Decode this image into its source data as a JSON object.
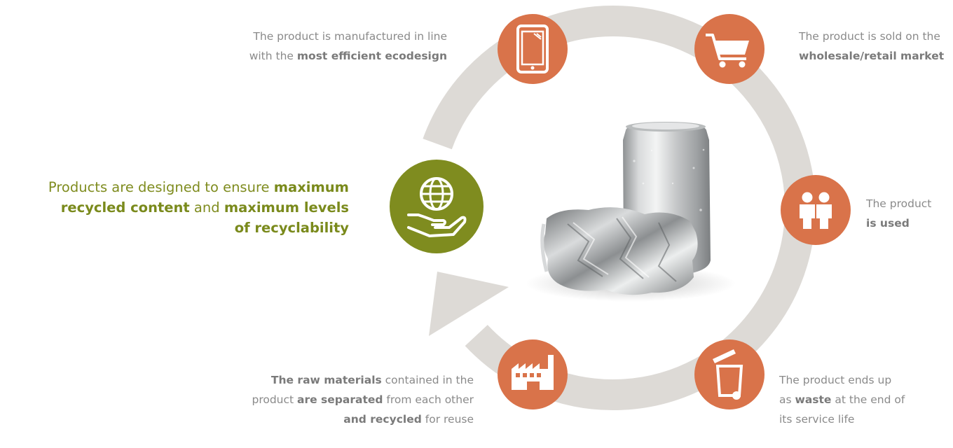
{
  "colors": {
    "ring": "#dddad6",
    "orange": "#d9734a",
    "green": "#7f8c1f",
    "text": "#8a8a8a",
    "icon": "#ffffff"
  },
  "steps": [
    {
      "id": "manufacture",
      "icon": "smartphone-icon",
      "lines": [
        [
          {
            "t": "The product is manufactured in line",
            "b": false
          }
        ],
        [
          {
            "t": "with the ",
            "b": false
          },
          {
            "t": "most efficient ecodesign",
            "b": true
          }
        ]
      ]
    },
    {
      "id": "sold",
      "icon": "shopping-cart-icon",
      "lines": [
        [
          {
            "t": "The product is sold on the",
            "b": false
          }
        ],
        [
          {
            "t": "wholesale/retail market",
            "b": true
          }
        ]
      ]
    },
    {
      "id": "used",
      "icon": "people-icon",
      "lines": [
        [
          {
            "t": "The product",
            "b": false
          }
        ],
        [
          {
            "t": "is used",
            "b": true
          }
        ]
      ]
    },
    {
      "id": "waste",
      "icon": "trash-bin-icon",
      "lines": [
        [
          {
            "t": "The product ends up",
            "b": false
          }
        ],
        [
          {
            "t": "as ",
            "b": false
          },
          {
            "t": "waste",
            "b": true
          },
          {
            "t": " at the end of",
            "b": false
          }
        ],
        [
          {
            "t": "its service life",
            "b": false
          }
        ]
      ]
    },
    {
      "id": "recycled",
      "icon": "factory-icon",
      "lines": [
        [
          {
            "t": "The raw materials",
            "b": true
          },
          {
            "t": " contained in the",
            "b": false
          }
        ],
        [
          {
            "t": "product ",
            "b": false
          },
          {
            "t": "are separated",
            "b": true
          },
          {
            "t": " from each other",
            "b": false
          }
        ],
        [
          {
            "t": "and recycled",
            "b": true
          },
          {
            "t": " for reuse",
            "b": false
          }
        ]
      ]
    },
    {
      "id": "design",
      "icon": "globe-hand-icon",
      "lines": [
        [
          {
            "t": "Products are designed to ensure ",
            "b": false
          },
          {
            "t": "maximum",
            "b": true
          }
        ],
        [
          {
            "t": "recycled content",
            "b": true
          },
          {
            "t": " and ",
            "b": false
          },
          {
            "t": "maximum levels",
            "b": true
          }
        ],
        [
          {
            "t": "of recyclability",
            "b": true
          }
        ]
      ]
    }
  ]
}
